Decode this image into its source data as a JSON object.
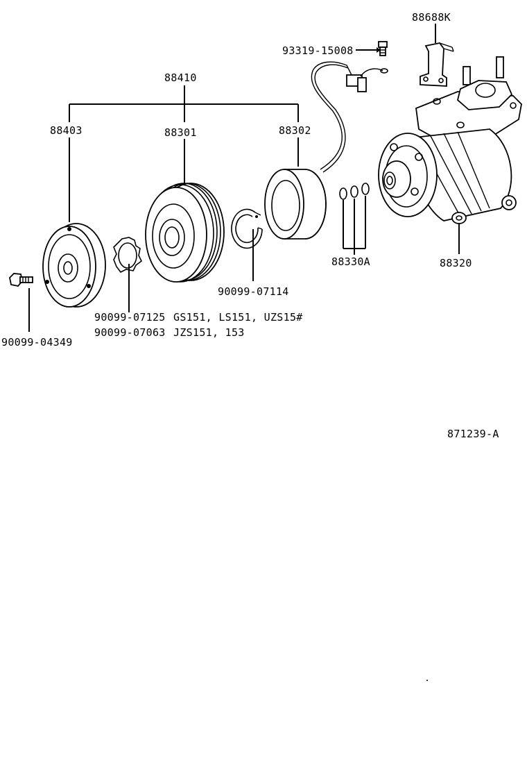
{
  "labels": {
    "assembly": "88410",
    "pressure_plate": "88403",
    "pulley": "88301",
    "field_coil": "88302",
    "bracket": "88688K",
    "bolt_top": "93319-15008",
    "orings": "88330A",
    "compressor": "88320",
    "snap_ring": "90099-07114",
    "shim_a_part": "90099-07125",
    "shim_a_models": "GS151, LS151, UZS15#",
    "shim_b_part": "90099-07063",
    "shim_b_models": "JZS151, 153",
    "bolt_left": "90099-04349",
    "figure_id": "871239-A"
  }
}
